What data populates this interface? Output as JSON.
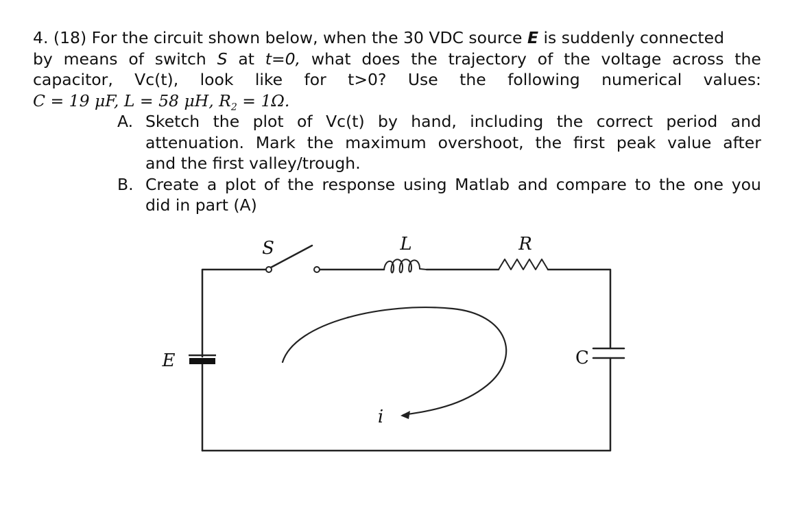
{
  "problem": {
    "number": "4.",
    "points": "(18)",
    "intro_a": "For the circuit shown below, when the 30 VDC source ",
    "source_symbol": "E",
    "intro_b": " is suddenly connected",
    "line2": [
      "by",
      "means",
      "of",
      "switch",
      "S",
      "at",
      "t=0,",
      "what",
      "does",
      "the",
      "trajectory",
      "of",
      "the",
      "voltage",
      "across",
      "the"
    ],
    "line3": [
      "capacitor,",
      "Vc(t),",
      "look",
      "like",
      "for",
      "t>0?",
      "Use",
      "the",
      "following",
      "numerical",
      "values:"
    ],
    "values_line": "C = 19 μF, L = 58 μH, R",
    "values_sub": "2",
    "values_tail": " = 1Ω."
  },
  "parts": [
    {
      "mark": "A.",
      "lines": [
        [
          "Sketch",
          "the",
          "plot",
          "of",
          "Vc(t)",
          "by",
          "hand,",
          "including",
          "the",
          "correct",
          "period",
          "and"
        ],
        [
          "attenuation.",
          "Mark",
          "the",
          "maximum",
          "overshoot,",
          "the",
          "first",
          "peak",
          "value",
          "after"
        ],
        [
          "and the first valley/trough."
        ]
      ]
    },
    {
      "mark": "B.",
      "lines": [
        [
          "Create",
          "a",
          "plot",
          "of",
          "the",
          "response",
          "using",
          "Matlab",
          "and",
          "compare",
          "to",
          "the",
          "one",
          "you"
        ],
        [
          "did in part (A)"
        ]
      ]
    }
  ],
  "circuit": {
    "switch_label": "S",
    "inductor_label": "L",
    "resistor_label": "R",
    "source_label": "E",
    "capacitor_label": "C",
    "current_label": "i"
  }
}
